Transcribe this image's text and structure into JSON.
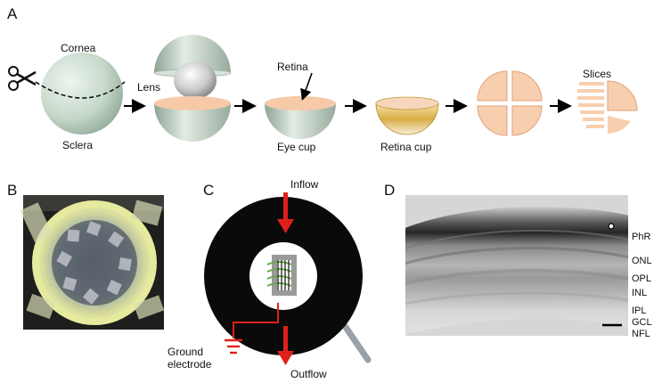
{
  "panels": {
    "a": "A",
    "b": "B",
    "c": "C",
    "d": "D"
  },
  "panel_a": {
    "cornea": "Cornea",
    "sclera": "Sclera",
    "lens": "Lens",
    "retina": "Retina",
    "eye_cup": "Eye cup",
    "retina_cup": "Retina cup",
    "slices": "Slices"
  },
  "panel_c": {
    "inflow": "Inflow",
    "outflow": "Outflow",
    "ground_1": "Ground",
    "ground_2": "electrode"
  },
  "panel_d": {
    "layers": [
      "PhR",
      "ONL",
      "OPL",
      "INL",
      "IPL",
      "GCL",
      "NFL"
    ]
  },
  "colors": {
    "arrow_red": "#e0201b",
    "chamber": "#0a0a0a",
    "retina_peach": "#f6c9a8",
    "gold": "#c9a13a",
    "eyeball": "#c8d9cc"
  }
}
